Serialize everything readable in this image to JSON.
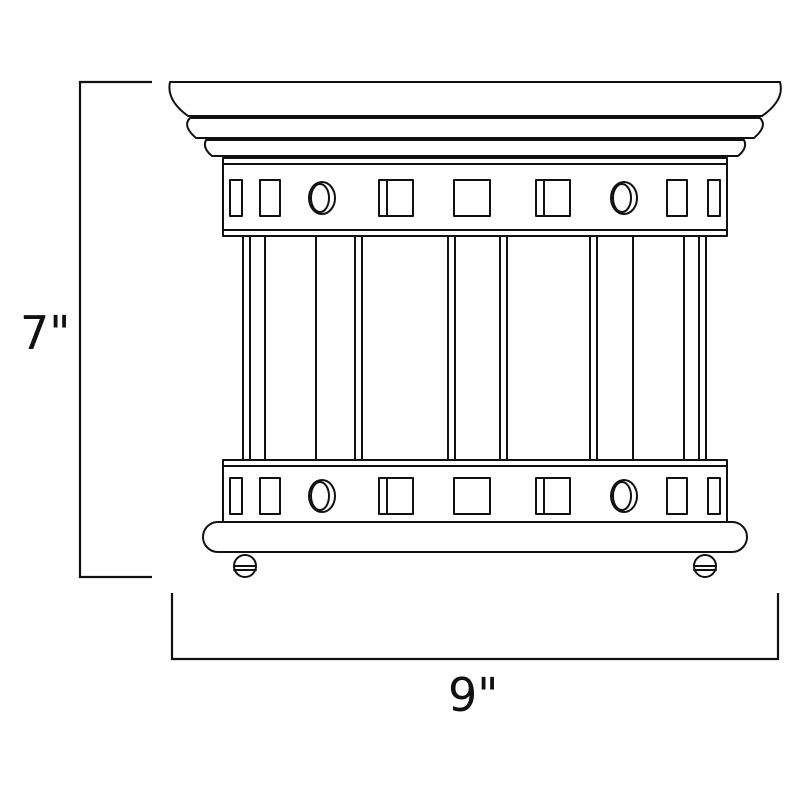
{
  "dimensions": {
    "height_label": "7\"",
    "width_label": "9\""
  },
  "fixture": {
    "icon": "ceiling-light-fixture-icon",
    "band_cutouts": [
      "slot",
      "square",
      "circle",
      "square-with-bar",
      "square",
      "square-with-bar",
      "circle",
      "square",
      "slot"
    ]
  },
  "colors": {
    "line": "#111111",
    "background": "#ffffff"
  }
}
